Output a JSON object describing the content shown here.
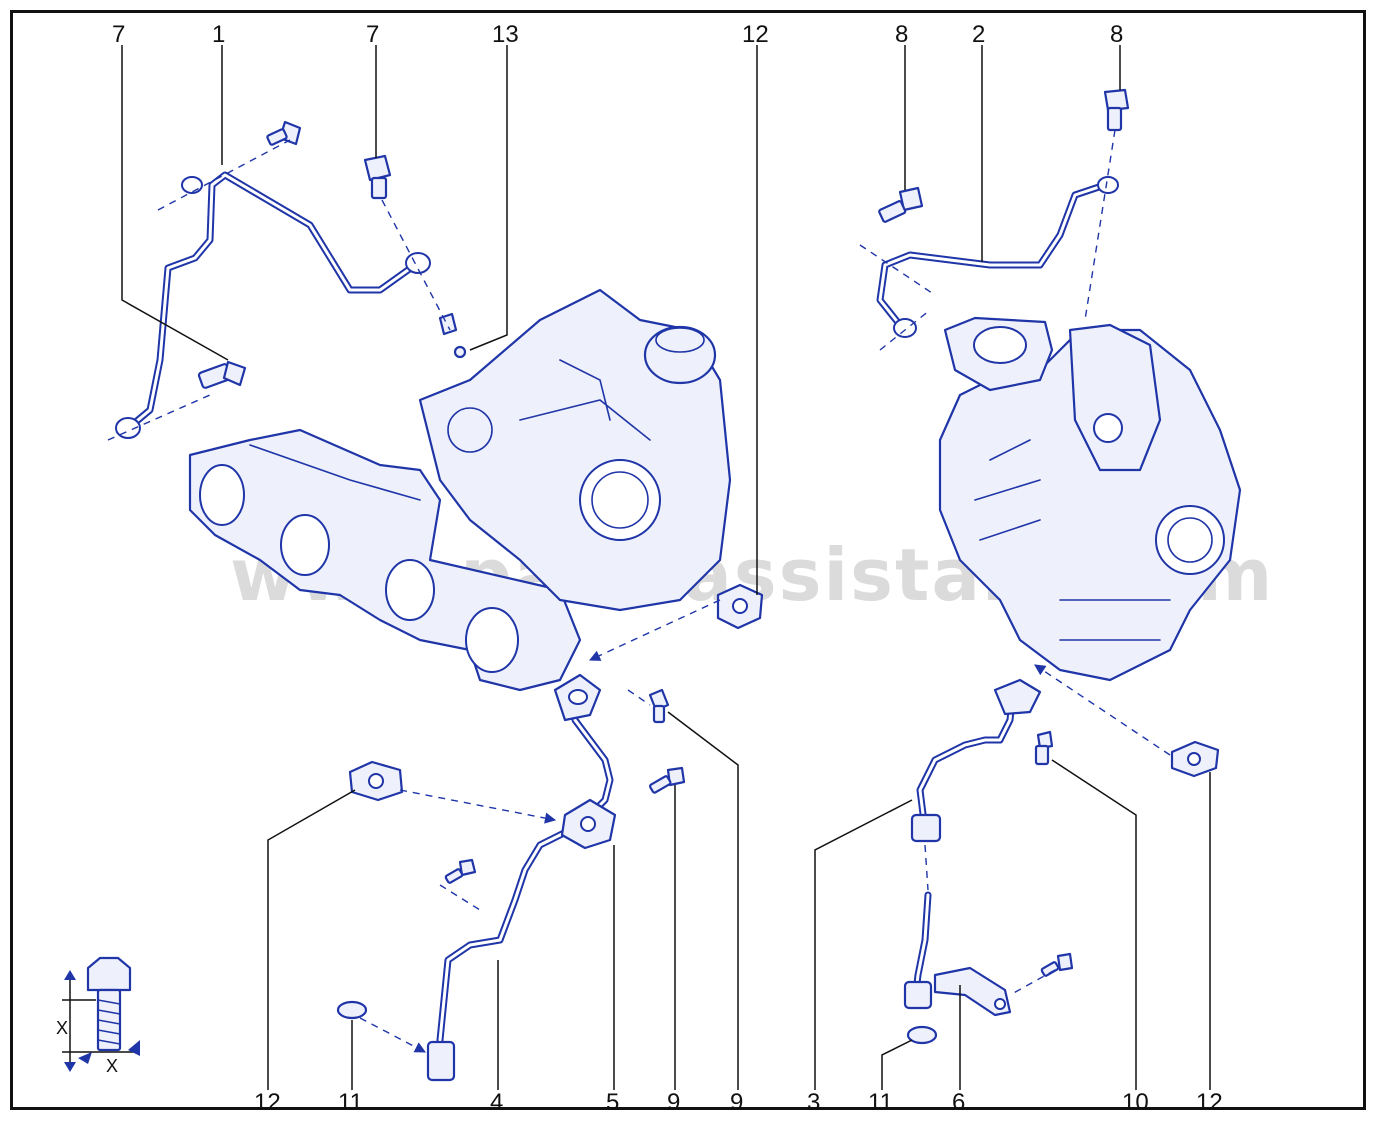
{
  "diagram": {
    "watermark": "www.partsassistant.com",
    "callouts_top": [
      "7",
      "1",
      "7",
      "13",
      "12",
      "8",
      "2",
      "8"
    ],
    "callouts_bottom": [
      "12",
      "11",
      "4",
      "5",
      "9",
      "9",
      "3",
      "11",
      "6",
      "10",
      "12"
    ],
    "dimension_label": "X",
    "dimension_label_2": "X",
    "colors": {
      "line": "#1f35a8",
      "fill": "#eef1fb",
      "text": "#111111",
      "watermark": "#bfbfbf"
    }
  }
}
